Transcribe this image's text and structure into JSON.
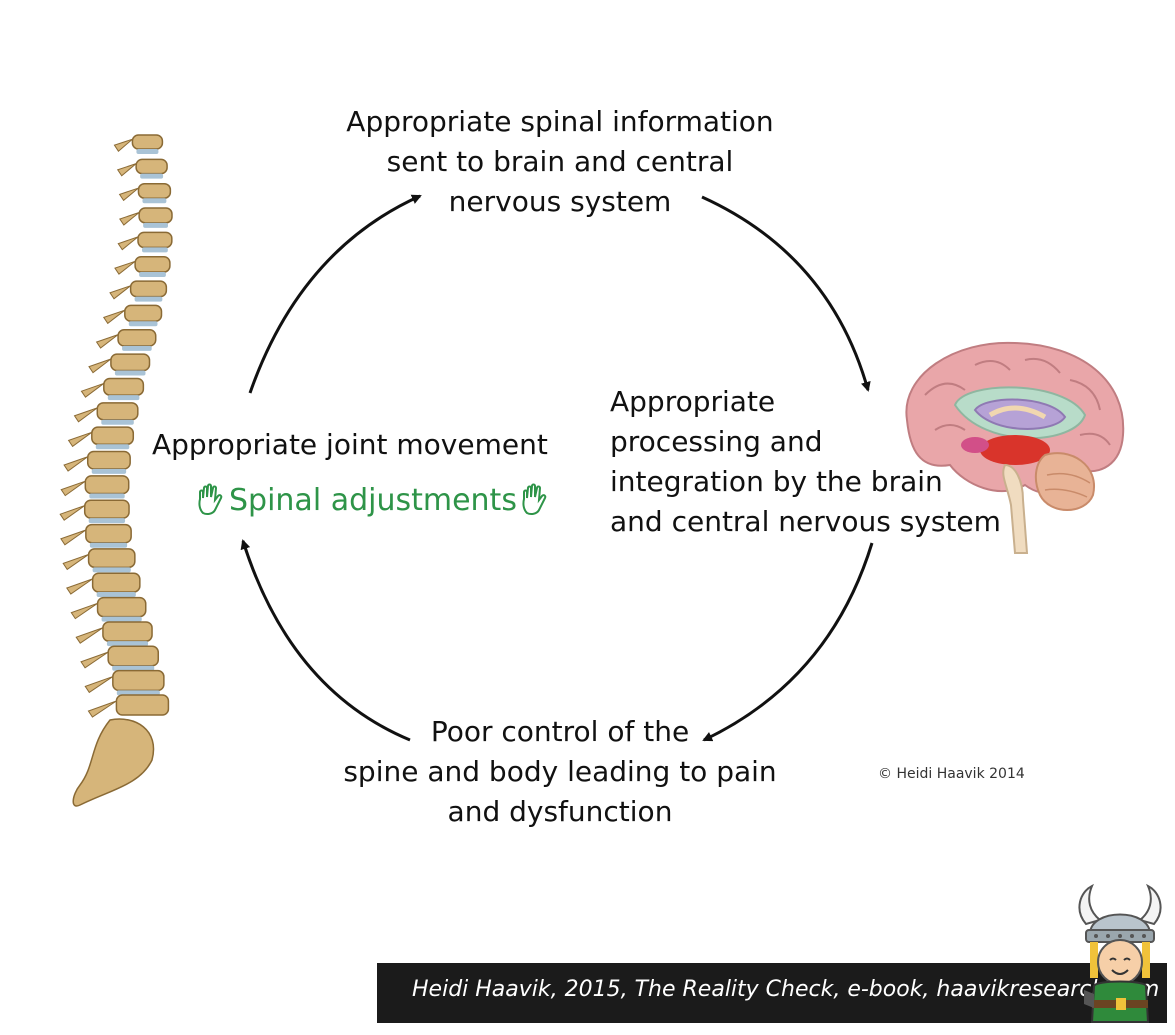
{
  "nodes": {
    "top": [
      "Appropriate spinal information",
      "sent to brain and central",
      "nervous system"
    ],
    "right": [
      "Appropriate",
      "processing and",
      "integration by the brain",
      "and central nervous system"
    ],
    "bottom": [
      "Poor control of the",
      "spine and body leading to pain",
      "and dysfunction"
    ],
    "left": "Appropriate joint movement",
    "intervention": "Spinal adjustments"
  },
  "copyright": "© Heidi Haavik 2014",
  "citation": "Heidi Haavik, 2015, The Reality Check, e-book, haavikresearch.com",
  "colors": {
    "accent_green": "#2e9448",
    "banner_bg": "#1b1b1b",
    "bone": "#d6b57a",
    "disc": "#a9c3d6",
    "brain": "#e7a3a7"
  },
  "icons": [
    "spine-illustration",
    "brain-illustration",
    "hand-icon",
    "viking-mascot"
  ]
}
